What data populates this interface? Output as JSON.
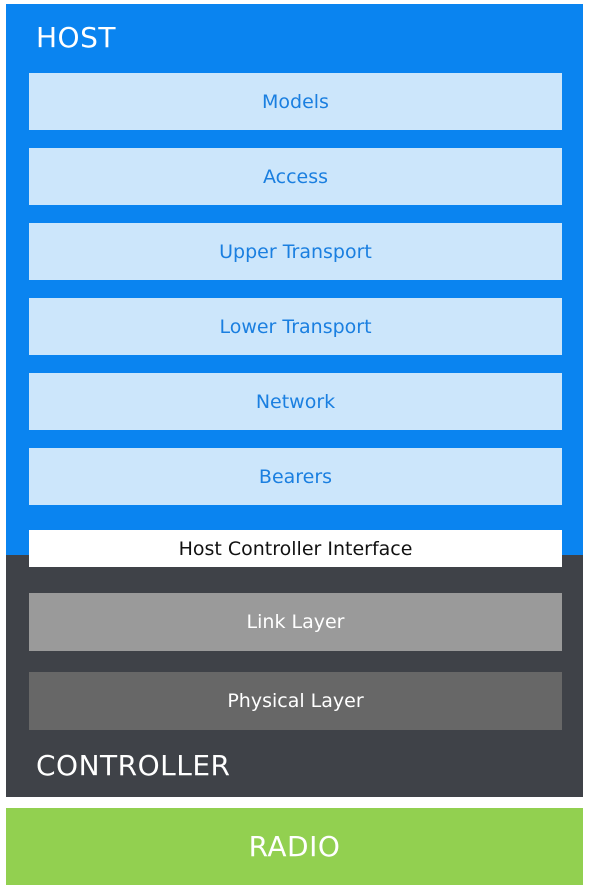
{
  "host": {
    "title": "HOST",
    "layers": [
      "Models",
      "Access",
      "Upper Transport",
      "Lower Transport",
      "Network",
      "Bearers"
    ]
  },
  "hci": {
    "label": "Host Controller Interface"
  },
  "controller": {
    "title": "CONTROLLER",
    "link_layer": "Link Layer",
    "physical_layer": "Physical Layer"
  },
  "radio": {
    "label": "RADIO"
  },
  "colors": {
    "host_bg": "#0a84f0",
    "host_layer_bg": "#cce6fb",
    "host_layer_text": "#1a7fe0",
    "controller_bg": "#3f4248",
    "link_layer_bg": "#9a9a9a",
    "physical_layer_bg": "#676767",
    "radio_bg": "#92d050"
  }
}
